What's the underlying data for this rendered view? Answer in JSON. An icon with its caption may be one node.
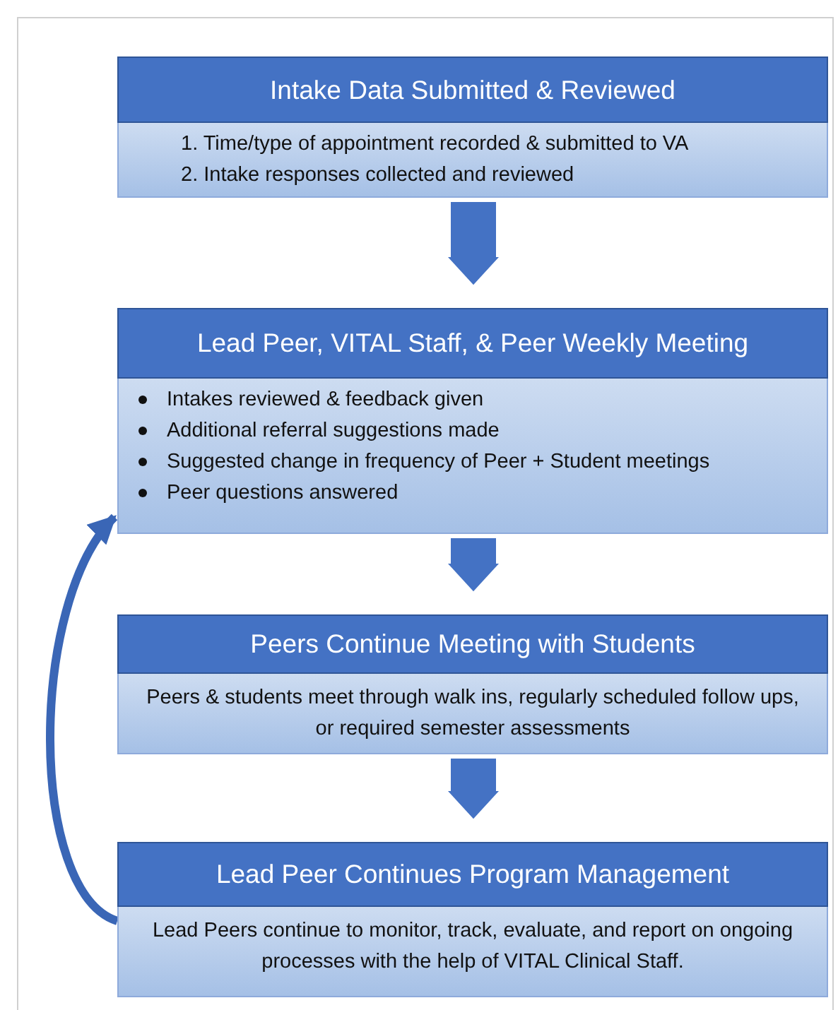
{
  "diagram": {
    "nodes": [
      {
        "text": [
          "Intake Data Submitted & Reviewed",
          "1. Time/type of appointment recorded & submitted to VA",
          "2. Intake responses collected and reviewed"
        ]
      },
      {
        "text": [
          "Lead Peer, VITAL Staff, & Peer Weekly Meeting",
          "Intakes reviewed & feedback given",
          "Additional referral suggestions made",
          "Suggested change in frequency of Peer + Student meetings",
          "Peer questions answered"
        ]
      },
      {
        "text": [
          "Peers Continue Meeting with Students",
          "Peers & students meet through walk ins, regularly scheduled follow ups, or required semester assessments"
        ]
      },
      {
        "text": [
          "Lead Peer Continues Program Management",
          "Lead Peers continue to monitor, track, evaluate, and report on ongoing processes with the help of VITAL Clinical Staff."
        ]
      }
    ],
    "edges": [
      {
        "from": 0,
        "to": 1,
        "arrow": "to"
      },
      {
        "from": 1,
        "to": 2,
        "arrow": "to"
      },
      {
        "from": 2,
        "to": 3,
        "arrow": "to"
      },
      {
        "from": 3,
        "to": 1,
        "arrow": "to"
      }
    ]
  }
}
